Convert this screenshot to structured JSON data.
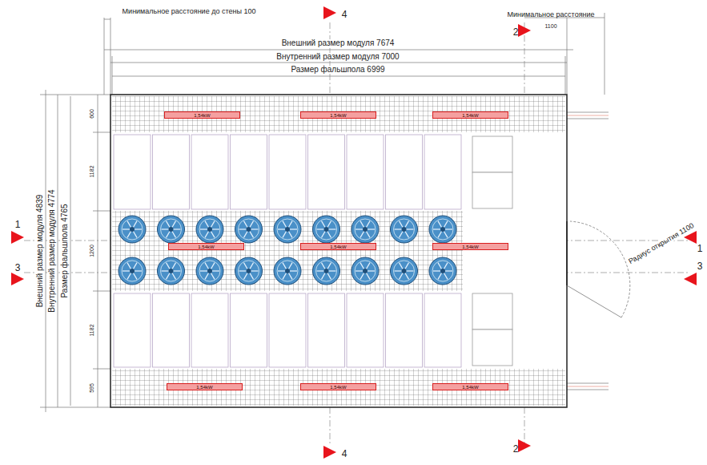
{
  "diagram": {
    "nodes": [
      {
        "text": [
          "1,54kW"
        ]
      },
      {
        "text": [
          "1,54kW"
        ]
      },
      {
        "text": [
          "1,54kW"
        ]
      },
      {
        "text": [
          "1,54kW"
        ]
      },
      {
        "text": [
          "1,54kW"
        ]
      },
      {
        "text": [
          "1,54kW"
        ]
      },
      {
        "text": [
          "1,54kW"
        ]
      },
      {
        "text": [
          "1,54kW"
        ]
      },
      {
        "text": [
          "1,54kW"
        ]
      }
    ],
    "labels": [
      "Минимальное расстояние до стены 100",
      "Минимальное расстояние",
      "1100",
      "Внешний размер модуля 7674",
      "Внутренний размер модуля 7000",
      "Размер фальшпола 6999",
      "Внешний размер модуля 4839",
      "Внутренний размер модуля 4774",
      "Размер фальшпола 4765",
      "600",
      "1182",
      "1200",
      "1182",
      "595",
      "Радиус открытия 1100",
      "4",
      "2",
      "1",
      "3",
      "1",
      "3",
      "4",
      "2"
    ]
  }
}
